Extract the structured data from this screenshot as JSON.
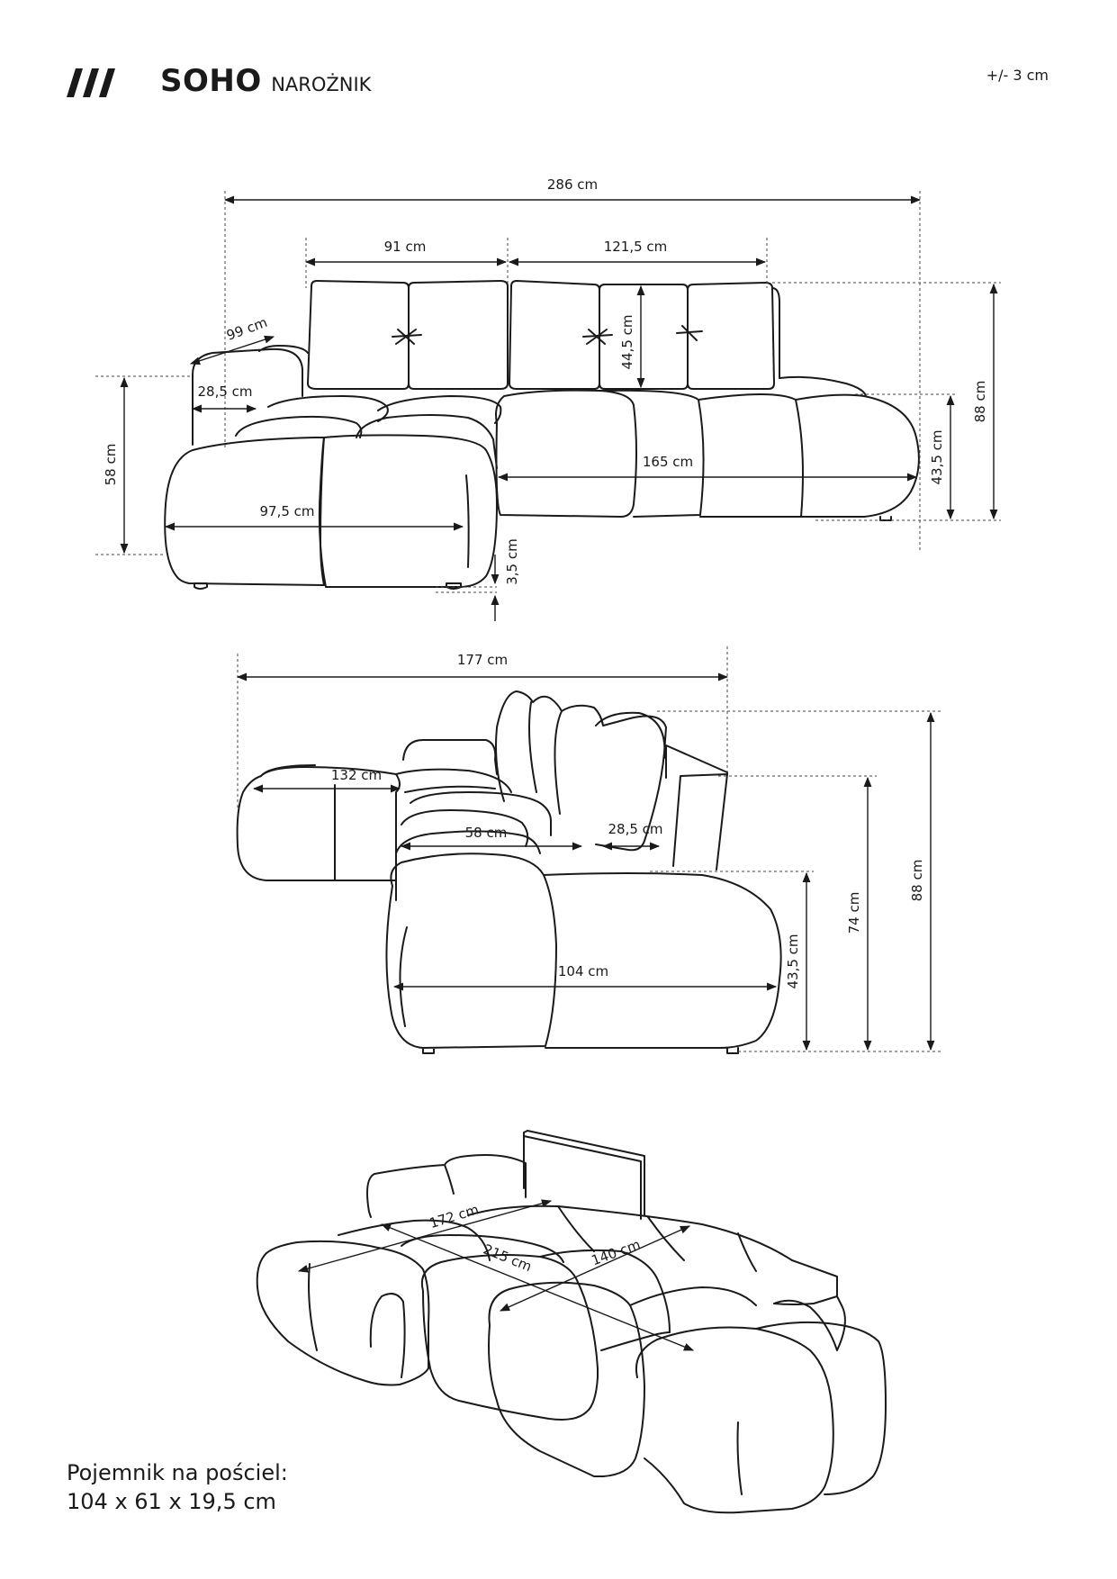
{
  "header": {
    "product": "SOHO",
    "product_type": "NAROŻNIK",
    "tolerance": "+/- 3 cm"
  },
  "front_view": {
    "total_width": "286 cm",
    "back_left": "91 cm",
    "back_right": "121,5 cm",
    "arm_depth": "99 cm",
    "arm_width": "28,5 cm",
    "cushion_height": "44,5 cm",
    "total_height": "88 cm",
    "seat_height": "43,5 cm",
    "chaise_height": "58 cm",
    "chaise_width": "97,5 cm",
    "seat_width": "165 cm",
    "leg_height": "3,5 cm"
  },
  "side_view": {
    "depth": "177 cm",
    "chaise_length": "132 cm",
    "seat_depth": "58 cm",
    "arm_width": "28,5 cm",
    "seat_front": "104 cm",
    "seat_height": "43,5 cm",
    "arm_height": "74 cm",
    "total_height": "88 cm"
  },
  "bed_view": {
    "bed_length_back": "172 cm",
    "bed_length": "215 cm",
    "bed_width": "140 cm"
  },
  "storage": {
    "label": "Pojemnik na pościel:",
    "size": "104 x 61 x 19,5 cm"
  }
}
